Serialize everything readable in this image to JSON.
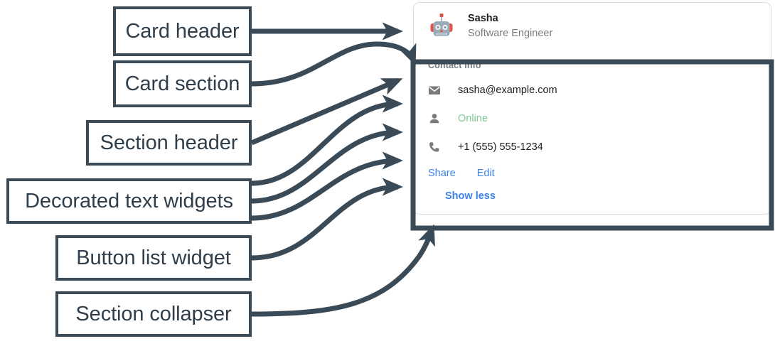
{
  "annotations": [
    {
      "id": "card-header",
      "label": "Card header"
    },
    {
      "id": "card-section",
      "label": "Card section"
    },
    {
      "id": "section-header",
      "label": "Section header"
    },
    {
      "id": "decorated-text",
      "label": "Decorated text widgets"
    },
    {
      "id": "button-list",
      "label": "Button list widget"
    },
    {
      "id": "section-collapser",
      "label": "Section collapser"
    }
  ],
  "card": {
    "header": {
      "avatar_icon": "robot-avatar-icon",
      "title": "Sasha",
      "subtitle": "Software Engineer"
    },
    "section": {
      "header": "Contact Info",
      "rows": [
        {
          "icon": "email-icon",
          "text": "sasha@example.com",
          "status": false
        },
        {
          "icon": "person-icon",
          "text": "Online",
          "status": true
        },
        {
          "icon": "phone-icon",
          "text": "+1 (555) 555-1234",
          "status": false
        }
      ],
      "buttons": [
        {
          "label": "Share"
        },
        {
          "label": "Edit"
        }
      ],
      "collapser": {
        "label": "Show less"
      }
    }
  },
  "colors": {
    "annotation_stroke": "#3a4a57",
    "link_blue": "#3b82e8",
    "status_green": "#81c995",
    "muted_grey": "#7a7a7a",
    "card_border": "#dcdcdc"
  }
}
